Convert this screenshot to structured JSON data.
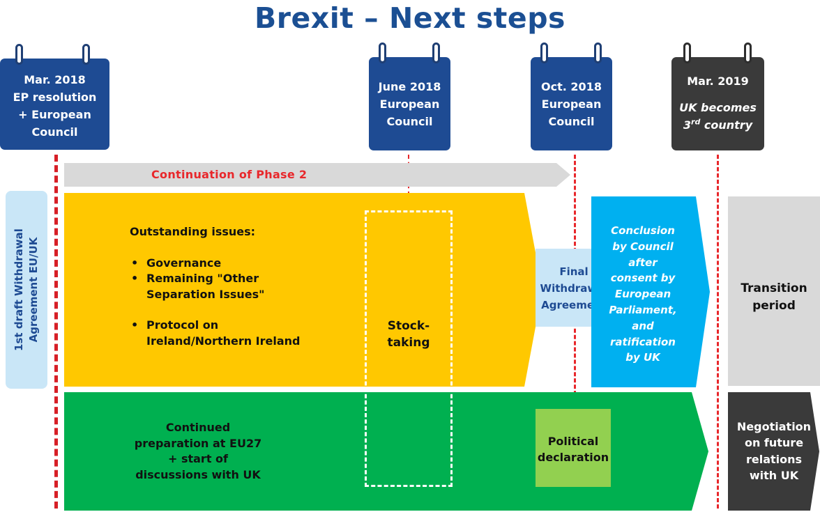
{
  "title": "Brexit – Next steps",
  "milestones": [
    {
      "lines": [
        "Mar. 2018",
        "EP resolution",
        "+ European",
        "Council"
      ]
    },
    {
      "lines": [
        "June 2018",
        "European",
        "Council"
      ]
    },
    {
      "lines": [
        "Oct. 2018",
        "European",
        "Council"
      ]
    },
    {
      "date": "Mar. 2019",
      "lines": [
        "UK becomes",
        "3",
        "rd",
        " country"
      ]
    }
  ],
  "phase_label": "Continuation of Phase 2",
  "draft_label": [
    "1st draft Withdrawal",
    "Agreement EU/UK"
  ],
  "outstanding": {
    "heading": "Outstanding issues:",
    "items": [
      "Governance",
      "Remaining \"Other",
      "Separation Issues\"",
      "Protocol on",
      "Ireland/Northern Ireland"
    ]
  },
  "stocktaking": [
    "Stock-",
    "taking"
  ],
  "final_agreement": [
    "Final",
    "Withdrawal",
    "Agreement"
  ],
  "conclusion": [
    "Conclusion",
    "by Council",
    "after",
    "consent by",
    "European",
    "Parliament,",
    "and",
    "ratification",
    "by UK"
  ],
  "transition": [
    "Transition",
    "period"
  ],
  "preparation": [
    "Continued",
    "preparation at EU27",
    "+ start of",
    "discussions with UK"
  ],
  "political": [
    "Political",
    "declaration"
  ],
  "negotiation": [
    "Negotiation",
    "on future",
    "relations",
    "with UK"
  ],
  "colors": {
    "eu_blue": "#1e4b93",
    "title_blue": "#1b4f93",
    "red": "#e8272b",
    "yellow": "#ffc800",
    "green": "#00b050",
    "light_green": "#92d050",
    "cyan": "#00b0f0",
    "light_blue": "#c9e6f7",
    "grey": "#d9d9d9",
    "dark": "#3a3a3a"
  }
}
